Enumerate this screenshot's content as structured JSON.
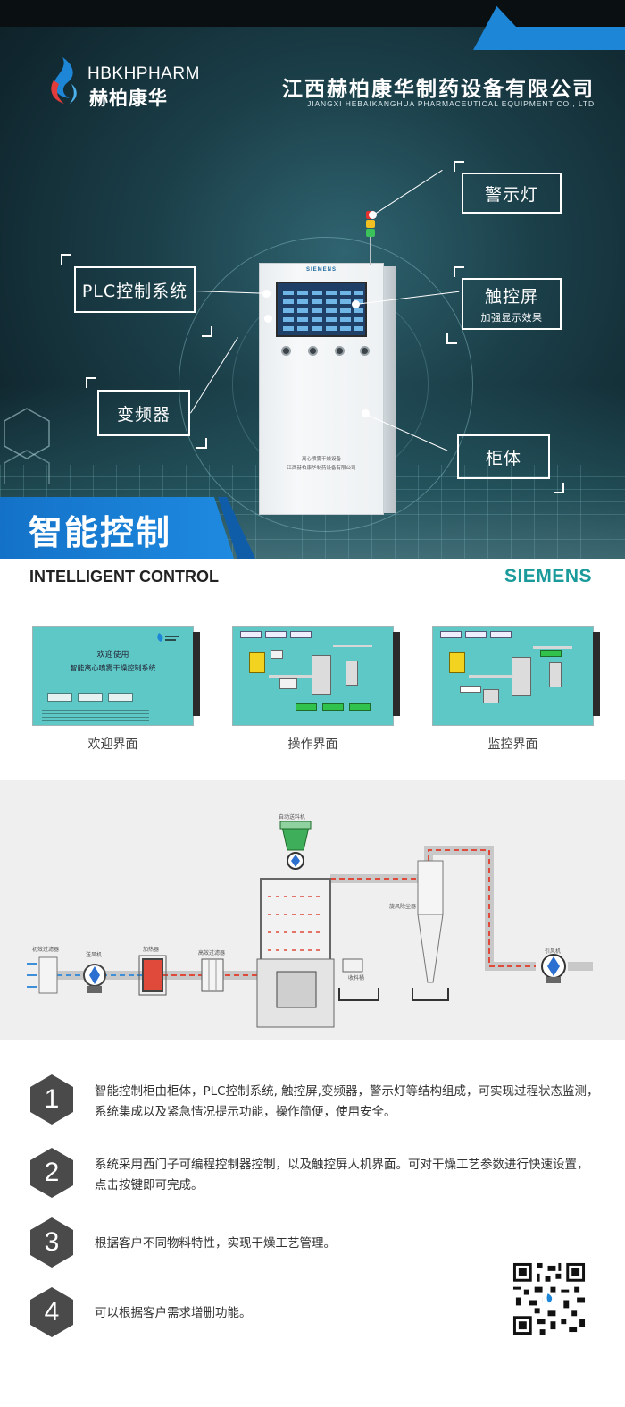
{
  "brand": {
    "logo_en": "HBKHPHARM",
    "logo_cn": "赫柏康华",
    "company_cn": "江西赫柏康华制药设备有限公司",
    "company_en": "JIANGXI HEBAIKANGHUA PHARMACEUTICAL EQUIPMENT CO., LTD",
    "accent_color": "#1e86d6"
  },
  "hero": {
    "callouts": {
      "warning_light": "警示灯",
      "plc": "PLC控制系统",
      "touchscreen": "触控屏",
      "touchscreen_sub": "加强显示效果",
      "inverter": "变频器",
      "cabinet": "柜体"
    },
    "cabinet_brand": "SIEMENS",
    "cabinet_line1": "离心喷雾干燥设备",
    "cabinet_line2": "江西赫柏康华制药设备有限公司",
    "banner_title": "智能控制"
  },
  "section": {
    "title": "INTELLIGENT CONTROL",
    "brand": "SIEMENS"
  },
  "screens": [
    {
      "label": "欢迎界面",
      "title": "欢迎使用",
      "subtitle": "智能离心喷雾干燥控制系统"
    },
    {
      "label": "操作界面"
    },
    {
      "label": "监控界面"
    }
  ],
  "process_labels": {
    "feeder": "自动送料机",
    "inlet_filter": "初效过滤器",
    "blower": "送风机",
    "heater": "加热器",
    "hepa": "高效过滤器",
    "cyclone": "旋风除尘器",
    "fan": "引风机",
    "collector": "收料桶"
  },
  "features": [
    {
      "num": "1",
      "text": "智能控制柜由柜体，PLC控制系统, 触控屏,变频器，警示灯等结构组成，可实现过程状态监测，系统集成以及紧急情况提示功能，操作简便，使用安全。"
    },
    {
      "num": "2",
      "text": "系统采用西门子可编程控制器控制，以及触控屏人机界面。可对干燥工艺参数进行快速设置，点击按键即可完成。"
    },
    {
      "num": "3",
      "text": "根据客户不同物料特性，实现干燥工艺管理。"
    },
    {
      "num": "4",
      "text": "可以根据客户需求增删功能。"
    }
  ]
}
